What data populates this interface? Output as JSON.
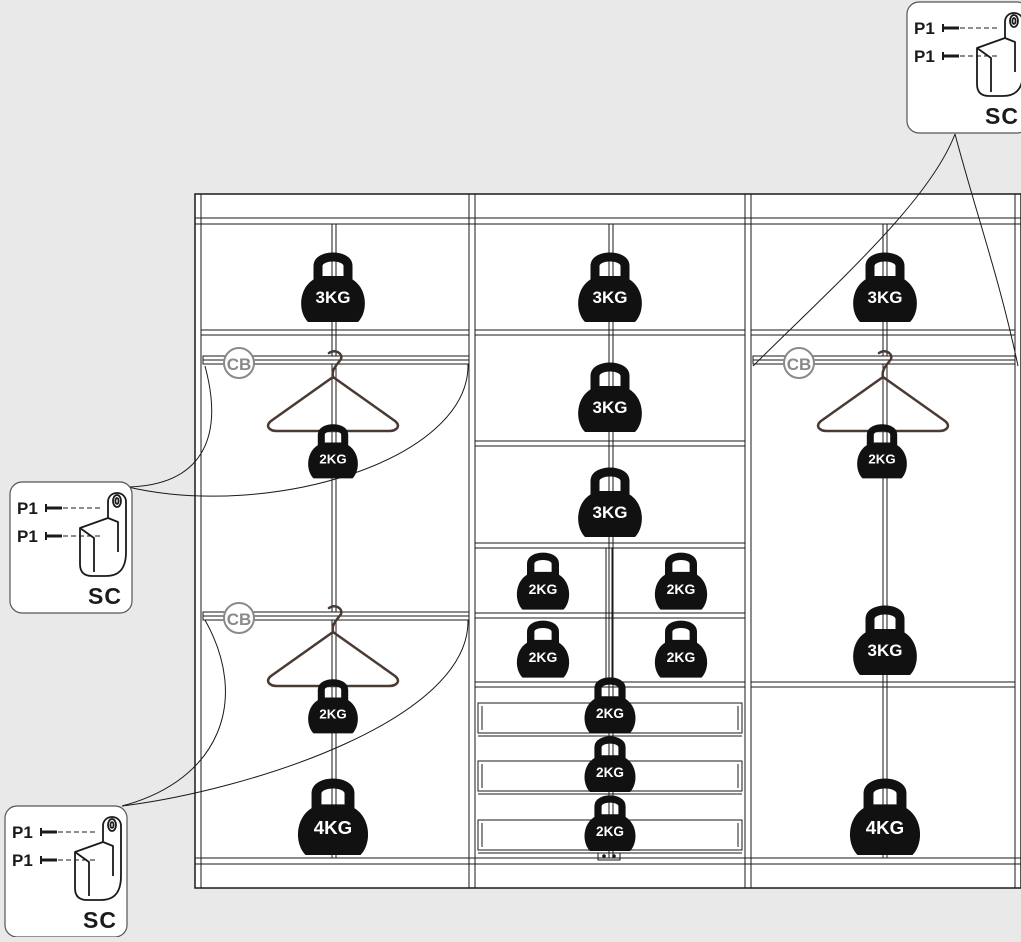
{
  "colors": {
    "background": "#e8e9e8",
    "panel": "#ffffff",
    "line": "#1a1a1a",
    "weight_fill": "#111111",
    "weight_text": "#ffffff",
    "hanger": "#4a3a33",
    "callout_border": "#555555",
    "cb_badge": "#8a8a8a"
  },
  "labels": {
    "hanging_bar_code": "CB",
    "bracket_code": "SC",
    "screw_code": "P1"
  },
  "weights": [
    {
      "id": "left-top-shelf",
      "label": "3KG"
    },
    {
      "id": "left-upper-rail",
      "label": "2KG"
    },
    {
      "id": "left-lower-rail",
      "label": "2KG"
    },
    {
      "id": "left-bottom-shelf",
      "label": "4KG"
    },
    {
      "id": "middle-shelf-1",
      "label": "3KG"
    },
    {
      "id": "middle-shelf-2",
      "label": "3KG"
    },
    {
      "id": "middle-shelf-3",
      "label": "3KG"
    },
    {
      "id": "middle-half-shelf-top-left",
      "label": "2KG"
    },
    {
      "id": "middle-half-shelf-top-right",
      "label": "2KG"
    },
    {
      "id": "middle-half-shelf-bottom-left",
      "label": "2KG"
    },
    {
      "id": "middle-half-shelf-bottom-right",
      "label": "2KG"
    },
    {
      "id": "middle-drawer-1",
      "label": "2KG"
    },
    {
      "id": "middle-drawer-2",
      "label": "2KG"
    },
    {
      "id": "middle-drawer-3",
      "label": "2KG"
    },
    {
      "id": "right-top-shelf",
      "label": "3KG"
    },
    {
      "id": "right-rail",
      "label": "2KG"
    },
    {
      "id": "right-mid-shelf",
      "label": "3KG"
    },
    {
      "id": "right-bottom-shelf",
      "label": "4KG"
    }
  ],
  "callouts": [
    {
      "id": "top-right",
      "screw_1": "P1",
      "screw_2": "P1",
      "bracket": "SC"
    },
    {
      "id": "left-upper",
      "screw_1": "P1",
      "screw_2": "P1",
      "bracket": "SC"
    },
    {
      "id": "left-lower",
      "screw_1": "P1",
      "screw_2": "P1",
      "bracket": "SC"
    }
  ]
}
